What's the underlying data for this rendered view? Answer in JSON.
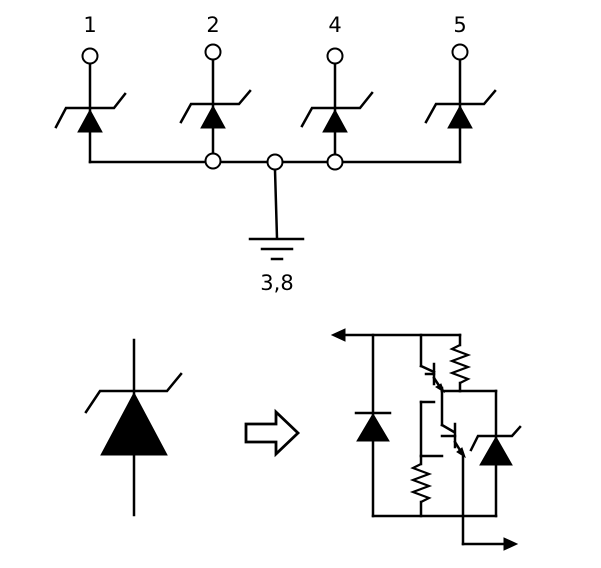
{
  "schematic": {
    "pin_labels": [
      "1",
      "2",
      "4",
      "5"
    ],
    "ground_label": "3,8"
  },
  "symbol_equivalence": {
    "arrow_icon": "hollow-right-arrow-icon"
  },
  "colors": {
    "ink": "#000000",
    "background": "#ffffff"
  }
}
